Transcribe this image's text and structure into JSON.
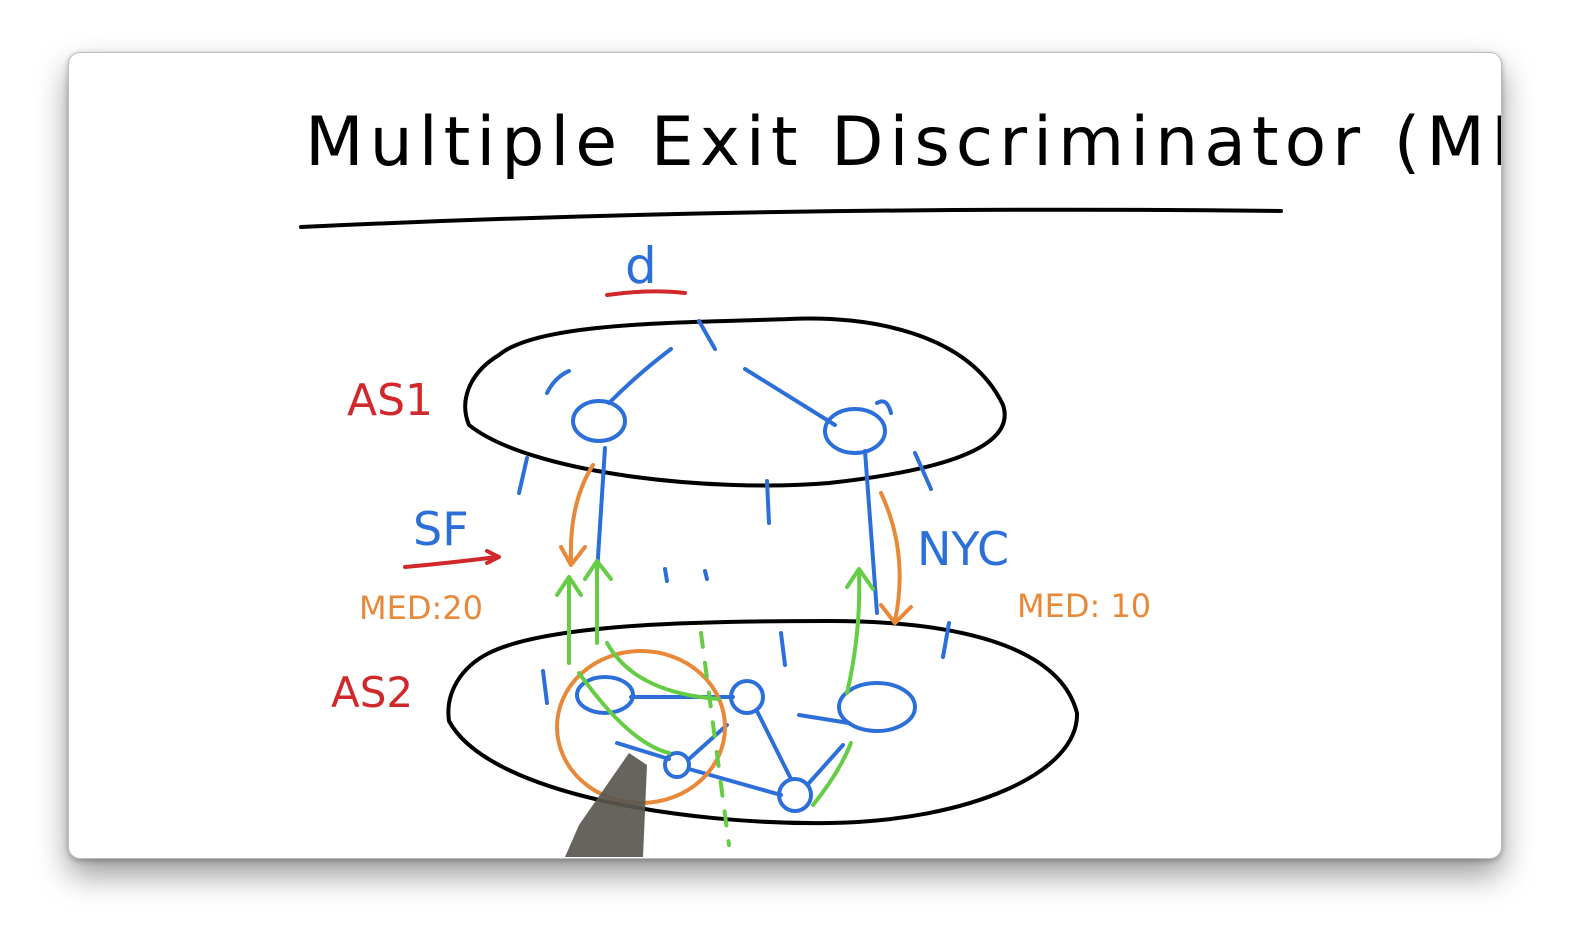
{
  "title": "Multiple Exit Discriminator (MED)",
  "destination_label": "d",
  "as_top_label": "AS1",
  "as_bottom_label": "AS2",
  "left_link_label": "SF",
  "right_link_label": "NYC",
  "left_med_label": "MED:20",
  "right_med_label": "MED: 10",
  "colors": {
    "ink": "#000000",
    "blue": "#2d6fd9",
    "red": "#d0282b",
    "orange": "#e8893a",
    "green": "#64cc45"
  }
}
